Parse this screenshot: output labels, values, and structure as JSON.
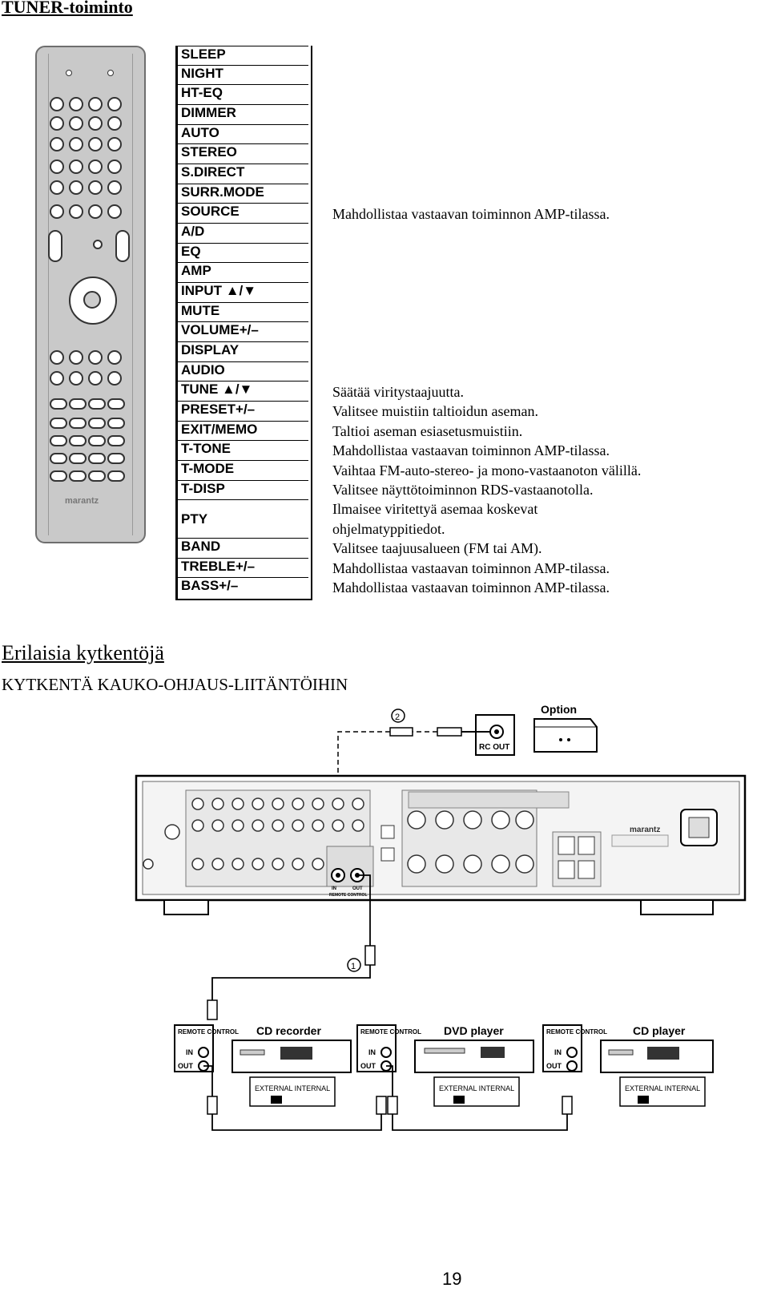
{
  "header": {
    "title": "TUNER-toiminto"
  },
  "remote": {
    "brand": "marantz"
  },
  "keys": [
    "SLEEP",
    "NIGHT",
    "HT-EQ",
    "DIMMER",
    "AUTO",
    "STEREO",
    "S.DIRECT",
    "SURR.MODE",
    "SOURCE",
    "A/D",
    "EQ",
    "AMP",
    "INPUT ▲/▼",
    "MUTE",
    "VOLUME+/–",
    "DISPLAY",
    "AUDIO",
    "TUNE ▲/▼",
    "PRESET+/–",
    "EXIT/MEMO",
    "T-TONE",
    "T-MODE",
    "T-DISP",
    "PTY",
    "BAND",
    "TREBLE+/–",
    "BASS+/–"
  ],
  "descriptions": {
    "amp_group": "Mahdollistaa vastaavan toiminnon AMP-tilassa.",
    "tune": "Säätää viritystaajuutta.",
    "preset": "Valitsee muistiin taltioidun aseman.",
    "exit_memo": "Taltioi aseman esiasetusmuistiin.",
    "t_tone": "Mahdollistaa vastaavan toiminnon AMP-tilassa.",
    "t_mode": "Vaihtaa FM-auto-stereo- ja mono-vastaanoton välillä.",
    "t_disp": "Valitsee näyttötoiminnon RDS-vastaanotolla.",
    "pty_line1": "Ilmaisee viritettyä asemaa koskevat",
    "pty_line2": "ohjelmatyppitiedot.",
    "band": "Valitsee taajuusalueen (FM tai AM).",
    "treble": "Mahdollistaa vastaavan toiminnon AMP-tilassa.",
    "bass": "Mahdollistaa vastaavan toiminnon AMP-tilassa."
  },
  "section": {
    "title": "Erilaisia kytkentöjä",
    "subtitle": "KYTKENTÄ KAUKO-OHJAUS-LIITÄNTÖIHIN"
  },
  "diagram": {
    "option_label": "Option",
    "rc_out": "RC OUT",
    "callout_1": "1",
    "callout_2": "2",
    "receiver_brand": "marantz",
    "receiver_in": "IN",
    "receiver_out": "OUT",
    "receiver_rc": "REMOTE CONTROL",
    "remote_control": "REMOTE CONTROL",
    "in": "IN",
    "out": "OUT",
    "external_internal": "EXTERNAL  INTERNAL",
    "devices": [
      "CD recorder",
      "DVD player",
      "CD player"
    ]
  },
  "footer": {
    "page_number": "19"
  }
}
